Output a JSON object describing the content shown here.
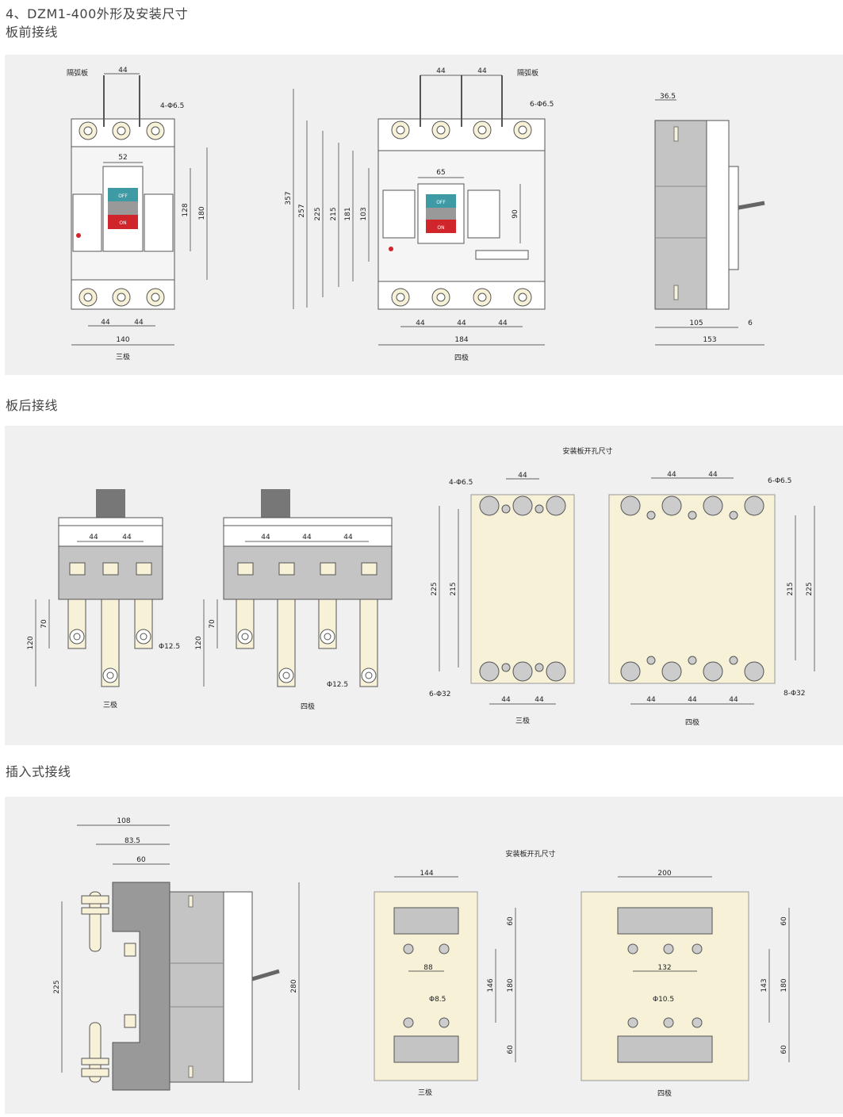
{
  "headings": {
    "title": "4、DZM1-400外形及安装尺寸",
    "front": "板前接线",
    "rear": "板后接线",
    "plugin": "插入式接线"
  },
  "front": {
    "three": {
      "arc_label": "隔弧板",
      "w_top": "44",
      "holes": "4-Φ6.5",
      "w_handle": "52",
      "h1": "128",
      "h2": "180",
      "p1": "44",
      "p2": "44",
      "width": "140",
      "caption": "三极",
      "off": "OFF",
      "on": "ON"
    },
    "four": {
      "arc_label": "隔弧板",
      "t1": "44",
      "t2": "44",
      "holes": "6-Φ6.5",
      "w_handle": "65",
      "h357": "357",
      "h257": "257",
      "h225": "225",
      "h215": "215",
      "h181": "181",
      "h103": "103",
      "h90": "90",
      "p1": "44",
      "p2": "44",
      "p3": "44",
      "width": "184",
      "caption": "四极",
      "off": "OFF",
      "on": "ON"
    },
    "side": {
      "d365": "36.5",
      "d105": "105",
      "d6": "6",
      "d153": "153"
    }
  },
  "rear": {
    "three": {
      "p1": "44",
      "p2": "44",
      "h120": "120",
      "h70": "70",
      "bolt": "Φ12.5",
      "caption": "三极"
    },
    "four": {
      "p1": "44",
      "p2": "44",
      "p3": "44",
      "h120": "120",
      "h70": "70",
      "bolt": "Φ12.5",
      "caption": "四极"
    },
    "cutout_title": "安装板开孔尺寸",
    "cut3": {
      "holes": "4-Φ6.5",
      "top": "44",
      "h225": "225",
      "h215": "215",
      "big": "6-Φ32",
      "b1": "44",
      "b2": "44",
      "caption": "三极"
    },
    "cut4": {
      "top1": "44",
      "top2": "44",
      "holes": "6-Φ6.5",
      "h215": "215",
      "h225": "225",
      "big": "8-Φ32",
      "b1": "44",
      "b2": "44",
      "b3": "44",
      "caption": "四极"
    }
  },
  "plugin": {
    "side": {
      "d108": "108",
      "d835": "83.5",
      "d60": "60",
      "h225": "225",
      "h280": "280"
    },
    "cutout_title": "安装板开孔尺寸",
    "cut3": {
      "w": "144",
      "t60": "60",
      "p": "88",
      "h146": "146",
      "h180": "180",
      "hole": "Φ8.5",
      "b60": "60",
      "caption": "三极"
    },
    "cut4": {
      "w": "200",
      "t60": "60",
      "p": "132",
      "h143": "143",
      "h180": "180",
      "hole": "Φ10.5",
      "b60": "60",
      "caption": "四极"
    }
  },
  "colors": {
    "panel": "#f0f0f0",
    "cream": "#f7f1d8",
    "grey": "#c4c4c4",
    "teal": "#3e9aa4",
    "red": "#d0262b"
  }
}
